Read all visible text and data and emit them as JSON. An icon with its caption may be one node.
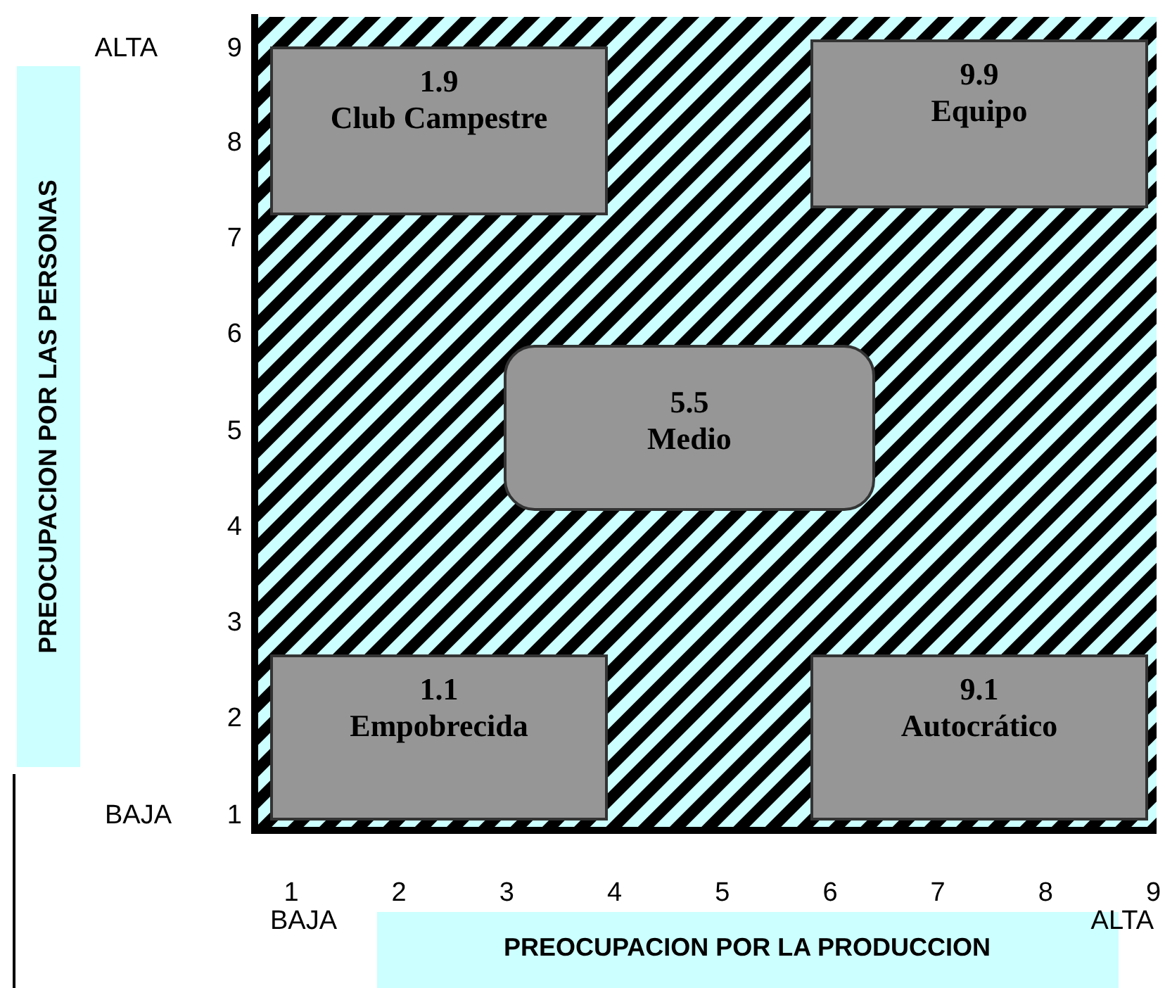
{
  "diagram": {
    "nodes": [
      {
        "text": [
          "1.9",
          "Club Campestre"
        ]
      },
      {
        "text": [
          "9.9",
          "Equipo"
        ]
      },
      {
        "text": [
          "5.5",
          "Medio"
        ]
      },
      {
        "text": [
          "1.1",
          "Empobrecida"
        ]
      },
      {
        "text": [
          "9.1",
          "Autocrático"
        ]
      }
    ],
    "labels": [
      "PREOCUPACION POR LAS PERSONAS",
      "ALTA",
      "9",
      "8",
      "7",
      "6",
      "5",
      "4",
      "3",
      "2",
      "BAJA",
      "1",
      "1",
      "2",
      "3",
      "4",
      "5",
      "6",
      "7",
      "8",
      "9",
      "BAJA",
      "ALTA",
      "PREOCUPACION POR LA PRODUCCION"
    ]
  }
}
